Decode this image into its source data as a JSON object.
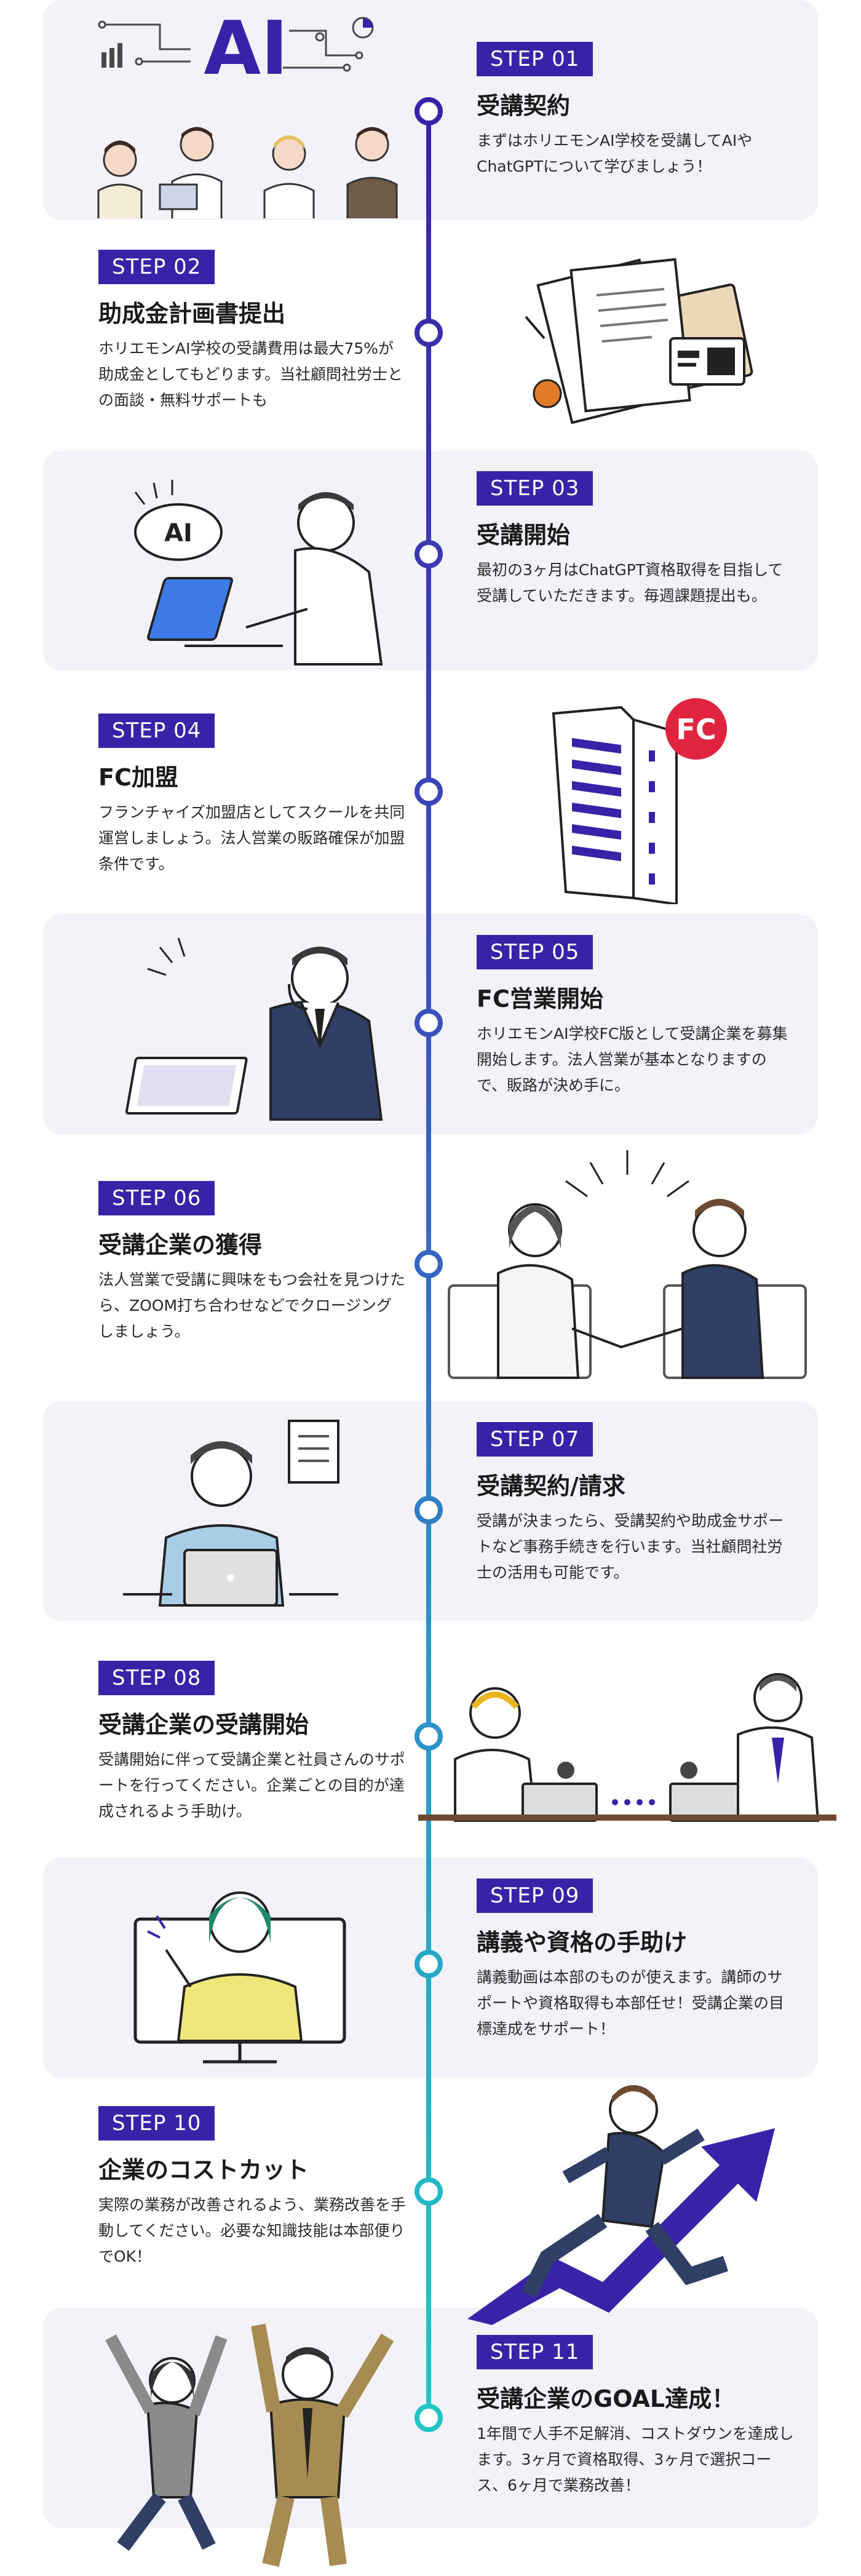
{
  "accent_color": "#3a22a8",
  "steps": [
    {
      "badge": "STEP 01",
      "title": "受講契約",
      "desc": "まずはホリエモンAI学校を受講してAIやChatGPTについて学びましょう！"
    },
    {
      "badge": "STEP 02",
      "title": "助成金計画書提出",
      "desc": "ホリエモンAI学校の受講費用は最大75%が助成金としてもどります。当社顧問社労士との面談・無料サポートも"
    },
    {
      "badge": "STEP 03",
      "title": "受講開始",
      "desc": "最初の3ヶ月はChatGPT資格取得を目指して受講していただきます。毎週課題提出も。"
    },
    {
      "badge": "STEP 04",
      "title": "FC加盟",
      "desc": "フランチャイズ加盟店としてスクールを共同運営しましょう。法人営業の販路確保が加盟条件です。"
    },
    {
      "badge": "STEP 05",
      "title": "FC営業開始",
      "desc": "ホリエモンAI学校FC版として受講企業を募集開始します。法人営業が基本となりますので、販路が決め手に。"
    },
    {
      "badge": "STEP 06",
      "title": "受講企業の獲得",
      "desc": "法人営業で受講に興味をもつ会社を見つけたら、ZOOM打ち合わせなどでクロージングしましょう。"
    },
    {
      "badge": "STEP 07",
      "title": "受講契約/請求",
      "desc": "受講が決まったら、受講契約や助成金サポートなど事務手続きを行います。当社顧問社労士の活用も可能です。"
    },
    {
      "badge": "STEP 08",
      "title": "受講企業の受講開始",
      "desc": "受講開始に伴って受講企業と社員さんのサポートを行ってください。企業ごとの目的が達成されるよう手助け。"
    },
    {
      "badge": "STEP 09",
      "title": "講義や資格の手助け",
      "desc": "講義動画は本部のものが使えます。講師のサポートや資格取得も本部任せ！受講企業の目標達成をサポート！"
    },
    {
      "badge": "STEP 10",
      "title": "企業のコストカット",
      "desc": "実際の業務が改善されるよう、業務改善を手動してください。必要な知識技能は本部便りでOK！"
    },
    {
      "badge": "STEP 11",
      "title": "受講企業のGOAL達成！",
      "desc": "1年間で人手不足解消、コストダウンを達成します。3ヶ月で資格取得、3ヶ月で選択コース、6ヶ月で業務改善！"
    }
  ],
  "illustrations": {
    "step01_sign": "AI",
    "step03_bubble": "AI",
    "step04_badge": "FC"
  }
}
